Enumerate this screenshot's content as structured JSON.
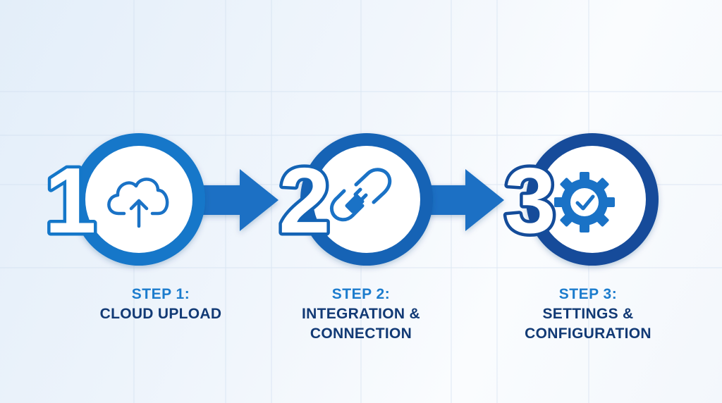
{
  "steps": [
    {
      "number": "1",
      "label": "STEP 1:",
      "title_lines": [
        "CLOUD UPLOAD"
      ],
      "icon": "cloud-upload-icon"
    },
    {
      "number": "2",
      "label": "STEP 2:",
      "title_lines": [
        "INTEGRATION &",
        "CONNECTION"
      ],
      "icon": "plug-link-icon"
    },
    {
      "number": "3",
      "label": "STEP 3:",
      "title_lines": [
        "SETTINGS &",
        "CONFIGURATION"
      ],
      "icon": "gear-check-icon"
    }
  ],
  "colors": {
    "ring_1": "#1477c9",
    "ring_2": "#1363b5",
    "ring_3": "#144c9a",
    "arrow": "#1a6fc4",
    "icon": "#1a72c6",
    "step_label": "#1c7ccd",
    "title_text": "#123a75",
    "numeral_fill": "#ffffff"
  }
}
